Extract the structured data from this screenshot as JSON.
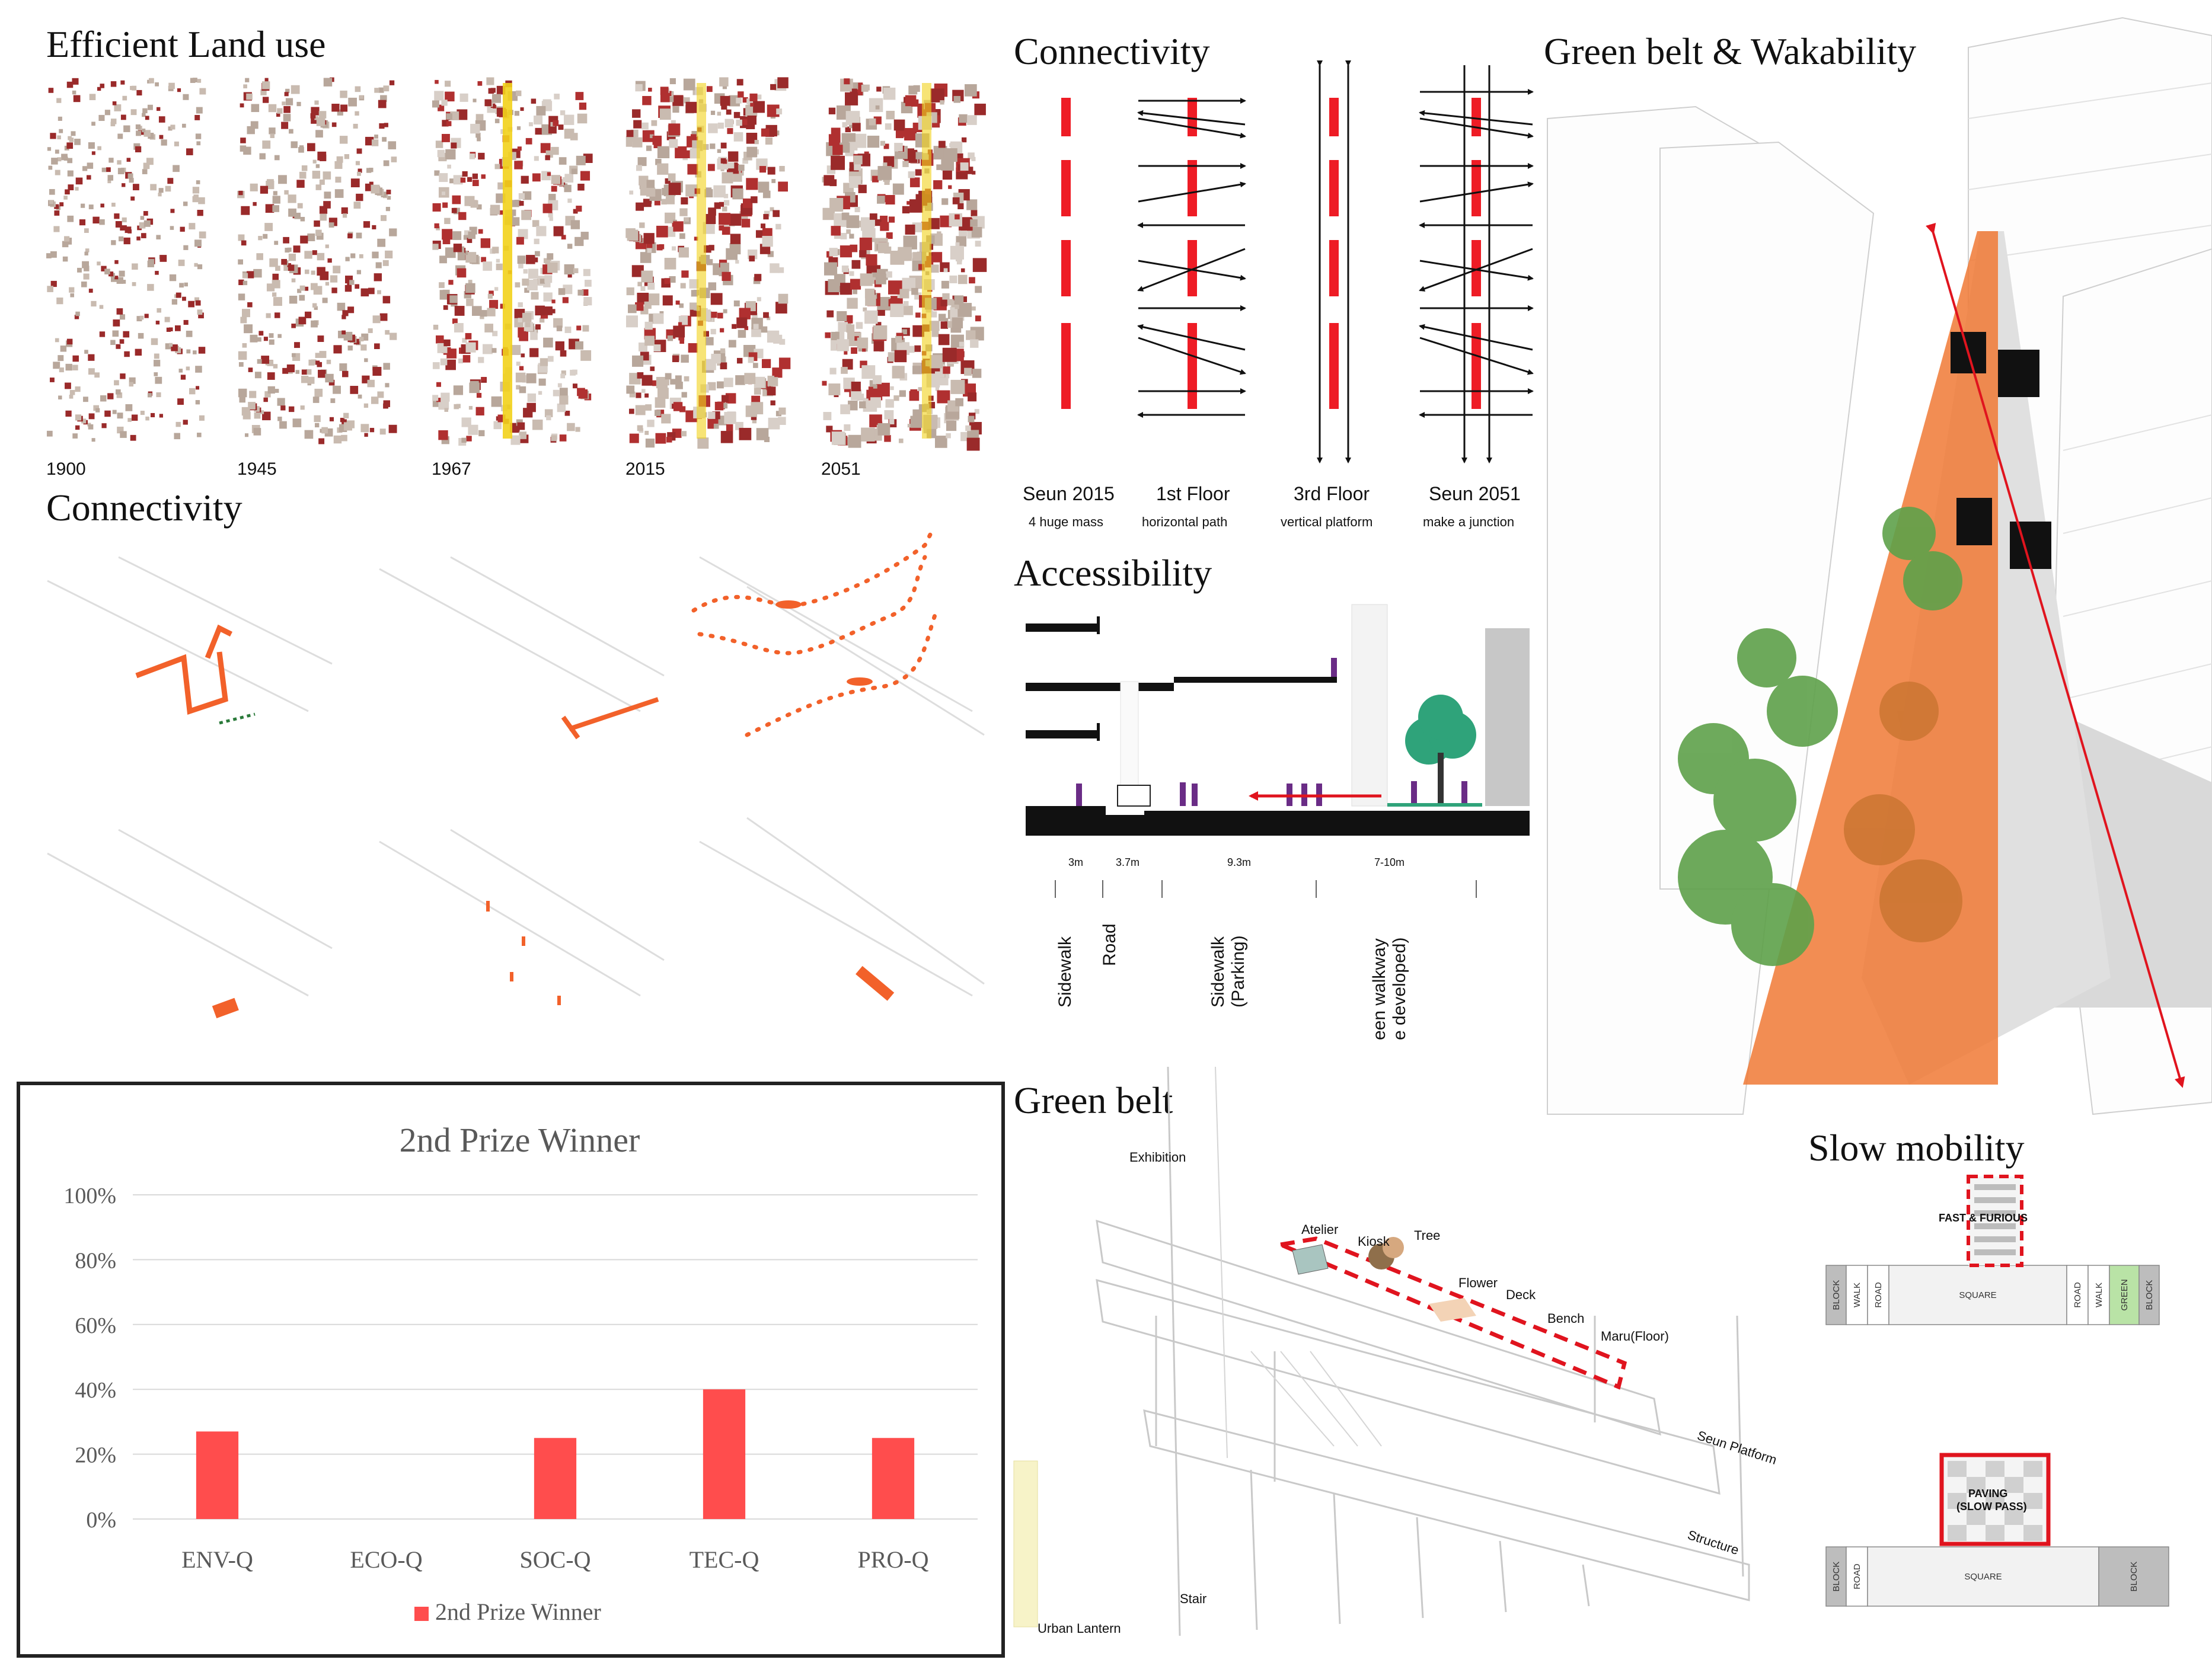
{
  "land_use": {
    "title": "Efficient Land use",
    "years": [
      "1900",
      "1945",
      "1967",
      "2015",
      "2051"
    ]
  },
  "connectivity_maps": {
    "title": "Connectivity"
  },
  "connectivity_diagram": {
    "title": "Connectivity",
    "columns": [
      {
        "label": "Seun 2015",
        "sublabel": "4 huge mass"
      },
      {
        "label": "1st Floor",
        "sublabel": "horizontal path"
      },
      {
        "label": "3rd Floor",
        "sublabel": "vertical platform"
      },
      {
        "label": "Seun 2051",
        "sublabel": "make a junction"
      }
    ]
  },
  "accessibility": {
    "title": "Accessibility",
    "widths": [
      "3m",
      "3.7m",
      "9.3m",
      "7-10m"
    ],
    "zones": [
      "Sidewalk",
      "Road",
      "Sidewalk\n(Parking)",
      "een walkway\ne developed)"
    ]
  },
  "green_belt_walkability": {
    "title": "Green belt & Wakability"
  },
  "green_belt": {
    "title": "Green belt",
    "labels": [
      "Exhibition",
      "Atelier",
      "Kiosk",
      "Tree",
      "Flower",
      "Deck",
      "Bench",
      "Maru(Floor)",
      "Seun Platform",
      "Structure",
      "Stair",
      "Urban Lantern"
    ]
  },
  "slow_mobility": {
    "title": "Slow mobility",
    "top": {
      "tag": "FAST & FURIOUS",
      "strips": [
        "BLOCK",
        "WALK",
        "ROAD",
        "SQUARE",
        "ROAD",
        "WALK",
        "GREEN",
        "BLOCK"
      ]
    },
    "bottom": {
      "tag_line1": "PAVING",
      "tag_line2": "(SLOW PASS)",
      "strips": [
        "BLOCK",
        "ROAD",
        "SQUARE",
        "BLOCK"
      ]
    }
  },
  "chart_data": {
    "type": "bar",
    "title": "2nd Prize Winner",
    "categories": [
      "ENV-Q",
      "ECO-Q",
      "SOC-Q",
      "TEC-Q",
      "PRO-Q"
    ],
    "series": [
      {
        "name": "2nd Prize Winner",
        "values": [
          0.27,
          0.0,
          0.25,
          0.4,
          0.25
        ]
      }
    ],
    "ylim": [
      0,
      1
    ],
    "yticks": [
      0,
      0.2,
      0.4,
      0.6,
      0.8,
      1.0
    ],
    "ytick_labels": [
      "0%",
      "20%",
      "40%",
      "60%",
      "80%",
      "100%"
    ],
    "grid": true,
    "legend": "bottom",
    "bar_color": "#ff4d4d",
    "xlabel": "",
    "ylabel": ""
  }
}
